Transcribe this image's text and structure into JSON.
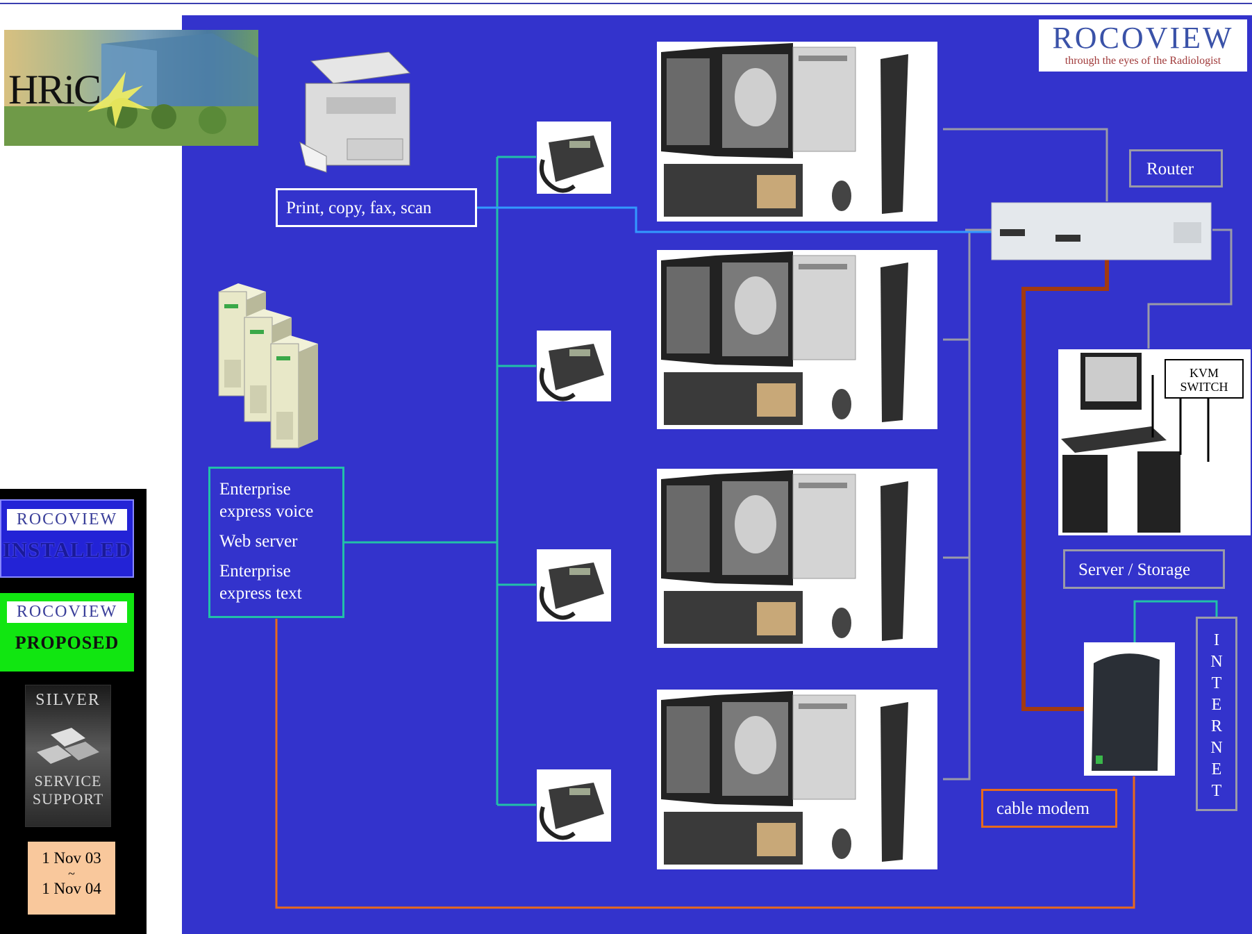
{
  "branding": {
    "hric_logo_text": "HRiC",
    "rocoview_logo_text": "ROCOVIEW",
    "rocoview_tagline": "through the eyes of the Radiologist"
  },
  "labels": {
    "printer": "Print, copy, fax, scan",
    "server_lines": [
      "Enterprise",
      "express voice",
      "Web server",
      "Enterprise",
      "express text"
    ],
    "router": "Router",
    "server_storage": "Server / Storage",
    "cable_modem": "cable modem",
    "internet_letters": [
      "I",
      "N",
      "T",
      "E",
      "R",
      "N",
      "E",
      "T"
    ],
    "kvm": "KVM SWITCH"
  },
  "legend": {
    "installed_logo": "ROCOVIEW",
    "installed": "INSTALLED",
    "proposed_logo": "ROCOVIEW",
    "proposed": "PROPOSED",
    "silver": "SILVER",
    "service": "SERVICE",
    "support": "SUPPORT",
    "date_from": "1 Nov 03",
    "date_sep": "~",
    "date_to": "1 Nov 04"
  },
  "colors": {
    "canvas": "#3333cc",
    "phone_line": "#22c0a8",
    "lan_line": "#9a9aa8",
    "print_line": "#3399ff",
    "web_line": "#e86a1c",
    "modem_line": "#a23a10",
    "installed_bg": "#2323d6",
    "proposed_bg": "#11e611"
  }
}
